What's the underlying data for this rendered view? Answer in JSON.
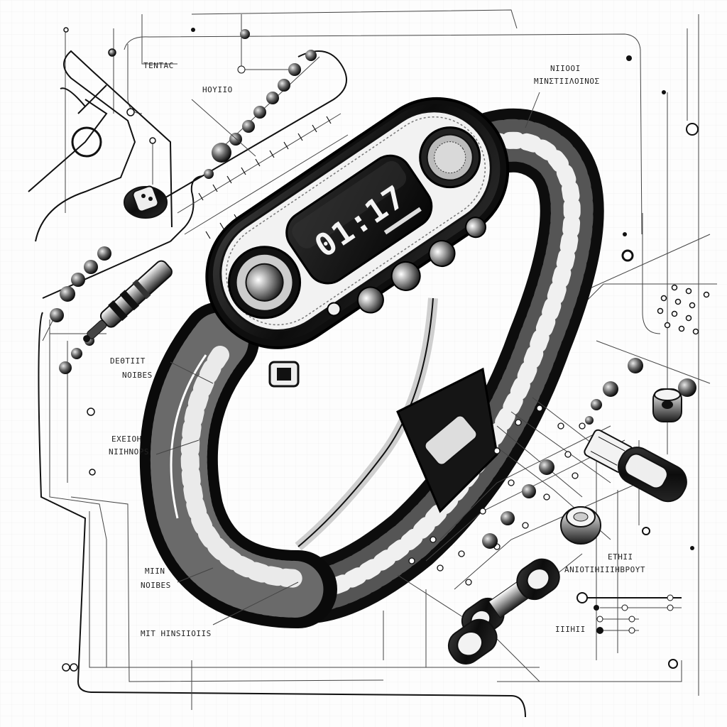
{
  "illustration": {
    "subject": "fitness-band-technical-sketch",
    "display_time": "01:17",
    "palette": {
      "ink": "#111111",
      "paper": "#fdfdfd",
      "grid": "#e6e6e6",
      "highlight": "#f4f4f4"
    }
  },
  "callouts": [
    {
      "id": "top-left",
      "text": "ΤΕΝΤΑC"
    },
    {
      "id": "top-mid",
      "text": "ΗΟΥΙΙΟ"
    },
    {
      "id": "top-right-1",
      "text": "ΝΙΙΟΟΙ"
    },
    {
      "id": "top-right-2",
      "text": "ΜΙΝΣΤΙΙΛΟΙΝΟΣ"
    },
    {
      "id": "left-upper-1",
      "text": "DЕΘΤΙΙΤ"
    },
    {
      "id": "left-upper-2",
      "text": "ΝΟΙΒΕS"
    },
    {
      "id": "left-mid-1",
      "text": "ΕΧΕΙΟΗ"
    },
    {
      "id": "left-mid-2",
      "text": "ΝΙΙΗΝΟΡS"
    },
    {
      "id": "left-low-1",
      "text": "ΜΙΙΝ"
    },
    {
      "id": "left-low-2",
      "text": "ΝΟΙΒΕS"
    },
    {
      "id": "bottom-left",
      "text": "ΜΙΤ ΗΙΝSΙΙΟΙΙS"
    },
    {
      "id": "right-low-1",
      "text": "ΕΤΗΙΙ"
    },
    {
      "id": "right-low-2",
      "text": "ΑΝΙΟΤΙΗΙΙΙΗΒΡΟΥΤ"
    },
    {
      "id": "bottom-right",
      "text": "ΙΙΙΗΙΙ"
    }
  ]
}
